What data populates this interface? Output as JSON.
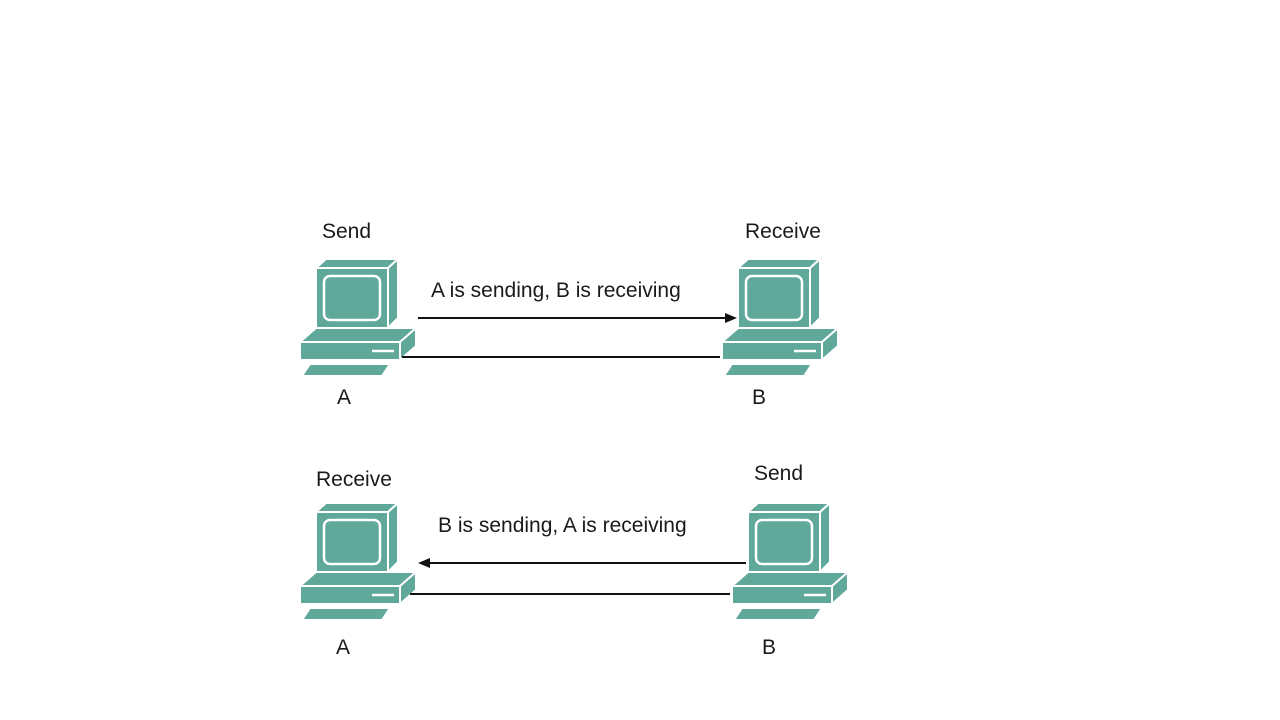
{
  "colors": {
    "computer": "#5fa89a",
    "line": "#111111",
    "background": "#ffffff"
  },
  "scenarios": [
    {
      "left_role": "Send",
      "right_role": "Receive",
      "message": "A is sending, B is receiving",
      "direction": "left-to-right",
      "left_node": "A",
      "right_node": "B"
    },
    {
      "left_role": "Receive",
      "right_role": "Send",
      "message": "B is sending, A is receiving",
      "direction": "right-to-left",
      "left_node": "A",
      "right_node": "B"
    }
  ]
}
